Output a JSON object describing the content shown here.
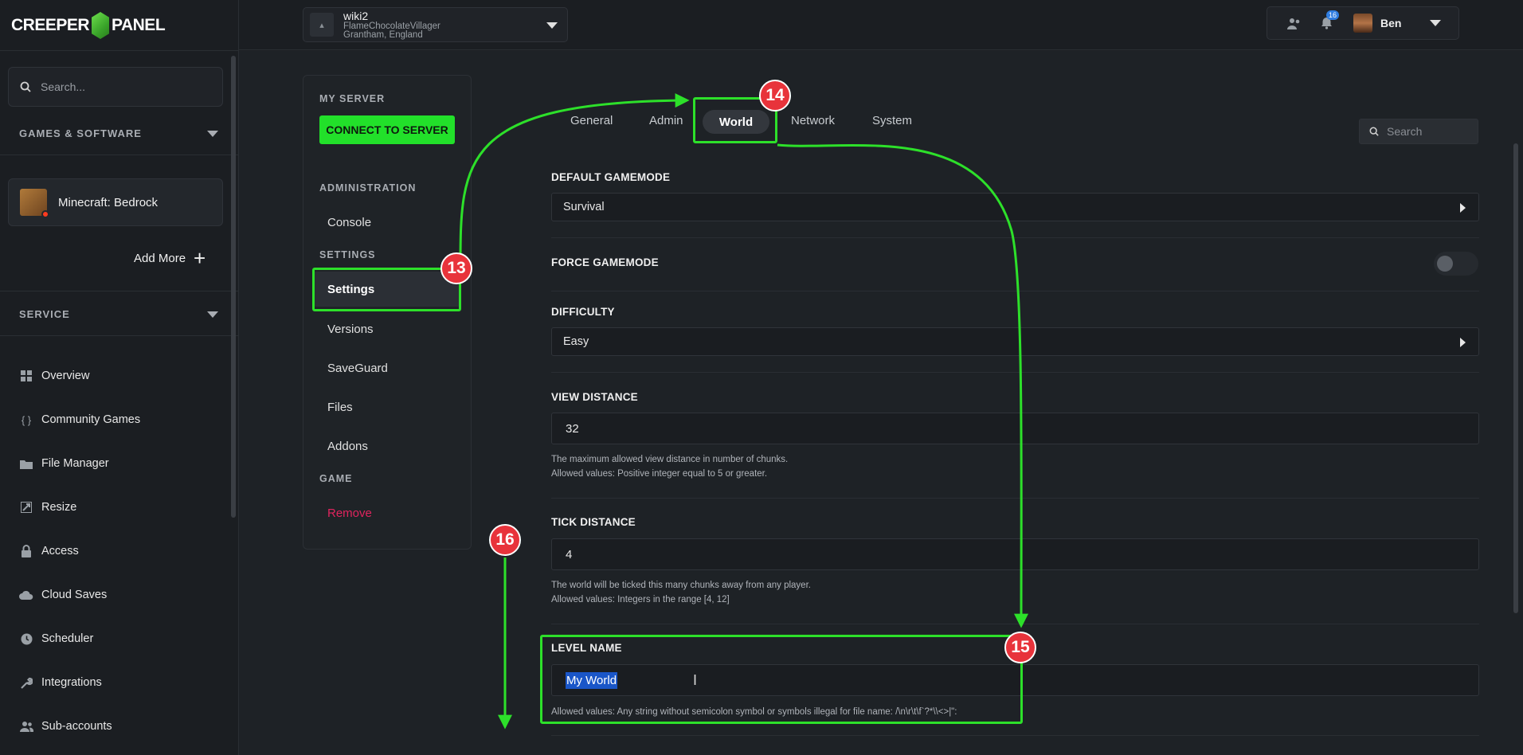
{
  "brand": {
    "logo_text_left": "CREEPER",
    "logo_text_right": "PANEL"
  },
  "sidebar": {
    "search_placeholder": "Search...",
    "games_section": "GAMES & SOFTWARE",
    "game_card": "Minecraft: Bedrock",
    "add_more": "Add More",
    "service_section": "SERVICE",
    "items": [
      {
        "label": "Overview",
        "icon": "grid-icon"
      },
      {
        "label": "Community Games",
        "icon": "braces-icon"
      },
      {
        "label": "File Manager",
        "icon": "folder-icon"
      },
      {
        "label": "Resize",
        "icon": "resize-icon"
      },
      {
        "label": "Access",
        "icon": "lock-icon"
      },
      {
        "label": "Cloud Saves",
        "icon": "cloud-icon"
      },
      {
        "label": "Scheduler",
        "icon": "clock-icon"
      },
      {
        "label": "Integrations",
        "icon": "wrench-icon"
      },
      {
        "label": "Sub-accounts",
        "icon": "users-icon"
      }
    ]
  },
  "topbar": {
    "server_name": "wiki2",
    "server_host": "FlameChocolateVillager",
    "server_location": "Grantham, England",
    "notifications_count": "16",
    "user_name": "Ben"
  },
  "server_menu": {
    "my_server": "MY SERVER",
    "connect_button": "CONNECT TO SERVER",
    "administration": "ADMINISTRATION",
    "console": "Console",
    "settings_hdr": "SETTINGS",
    "settings": "Settings",
    "versions": "Versions",
    "saveguard": "SaveGuard",
    "files": "Files",
    "addons": "Addons",
    "game_hdr": "GAME",
    "remove": "Remove"
  },
  "tabs": {
    "general": "General",
    "admin": "Admin",
    "world": "World",
    "network": "Network",
    "system": "System",
    "search_placeholder": "Search"
  },
  "settings": {
    "default_gamemode": {
      "label": "DEFAULT GAMEMODE",
      "value": "Survival"
    },
    "force_gamemode": {
      "label": "FORCE GAMEMODE"
    },
    "difficulty": {
      "label": "DIFFICULTY",
      "value": "Easy"
    },
    "view_distance": {
      "label": "VIEW DISTANCE",
      "value": "32",
      "help1": "The maximum allowed view distance in number of chunks.",
      "help2": "Allowed values: Positive integer equal to 5 or greater."
    },
    "tick_distance": {
      "label": "TICK DISTANCE",
      "value": "4",
      "help1": "The world will be ticked this many chunks away from any player.",
      "help2": "Allowed values: Integers in the range [4, 12]"
    },
    "level_name": {
      "label": "LEVEL NAME",
      "value": "My World",
      "help1": "Allowed values: Any string without semicolon symbol or symbols illegal for file name: /\\n\\r\\t\\f`?*\\\\<>|\":"
    }
  },
  "annotations": {
    "m13": "13",
    "m14": "14",
    "m15": "15",
    "m16": "16"
  },
  "colors": {
    "accent_green": "#2de02a",
    "marker_red": "#e8333b",
    "remove_red": "#e0245e",
    "selection_blue": "#1a56c8"
  }
}
